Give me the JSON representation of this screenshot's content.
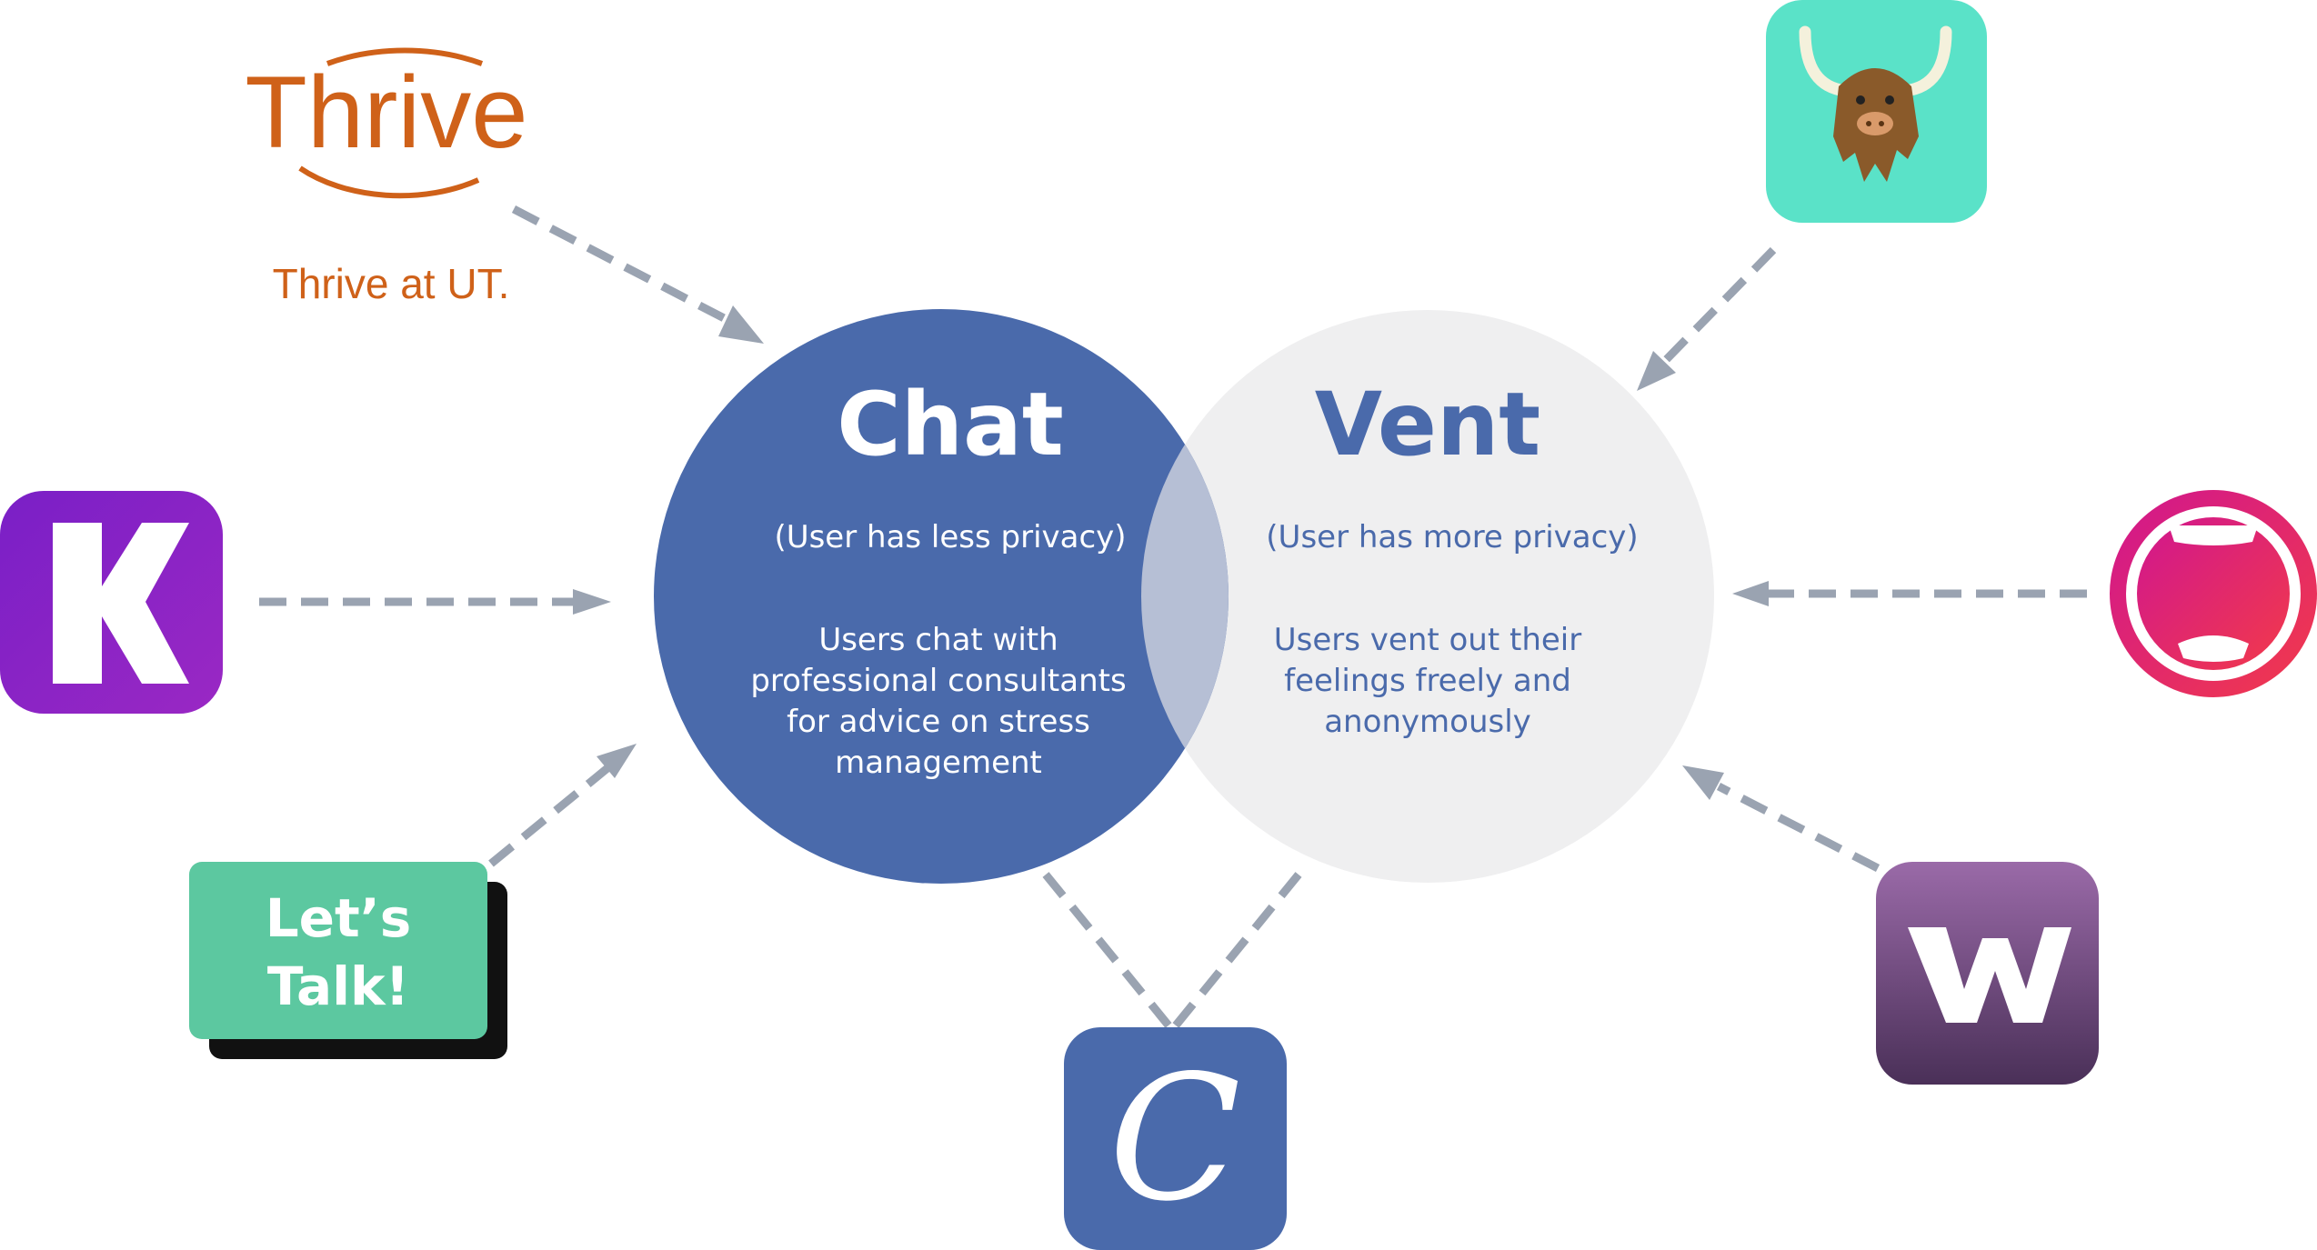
{
  "chat": {
    "title": "Chat",
    "subtitle": "(User has less privacy)",
    "desc_lines": [
      "Users chat with",
      "professional consultants",
      "for advice on stress",
      "management"
    ]
  },
  "vent": {
    "title": "Vent",
    "subtitle": "(User has more privacy)",
    "desc_lines": [
      "Users vent out their",
      "feelings freely and",
      "anonymously"
    ]
  },
  "apps": {
    "thrive": {
      "logo_text": "Thrive",
      "caption": "Thrive at UT."
    },
    "kik": {
      "letter": "K"
    },
    "lets_talk": {
      "line1": "Let’s",
      "line2": "Talk!"
    },
    "c_app": {
      "letter": "C"
    },
    "yikyak": {
      "icon": "yak-icon"
    },
    "mouth_app": {
      "icon": "open-mouth-icon"
    },
    "w_app": {
      "letter": "W"
    }
  },
  "colors": {
    "chat_circle": "#4a6aab",
    "vent_circle": "#efeff0",
    "overlap": "#b6bfd5",
    "arrow": "#9aa3b1",
    "thrive": "#cf6119",
    "kik": "#8420c5",
    "lets_talk": "#5cc8a0",
    "yikyak": "#5ae2c8",
    "w_app": "#6c4a83"
  }
}
